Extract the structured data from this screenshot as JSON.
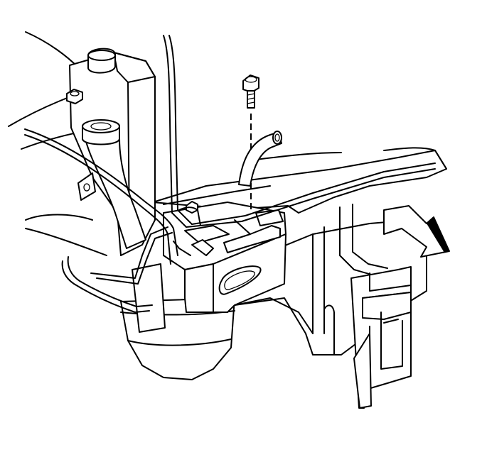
{
  "diagram": {
    "components": [
      {
        "id": "reservoir",
        "icon": "coolant-reservoir-icon"
      },
      {
        "id": "filler-neck",
        "icon": "filler-neck-icon"
      },
      {
        "id": "bolt",
        "icon": "bolt-icon"
      },
      {
        "id": "hose",
        "icon": "hose-icon"
      },
      {
        "id": "bracket",
        "icon": "mounting-bracket-icon"
      },
      {
        "id": "fuel-lines",
        "icon": "line-routing-icon"
      },
      {
        "id": "direction-arrow",
        "icon": "arrow-icon"
      }
    ],
    "colors": {
      "line": "#000000",
      "background": "#ffffff"
    }
  }
}
